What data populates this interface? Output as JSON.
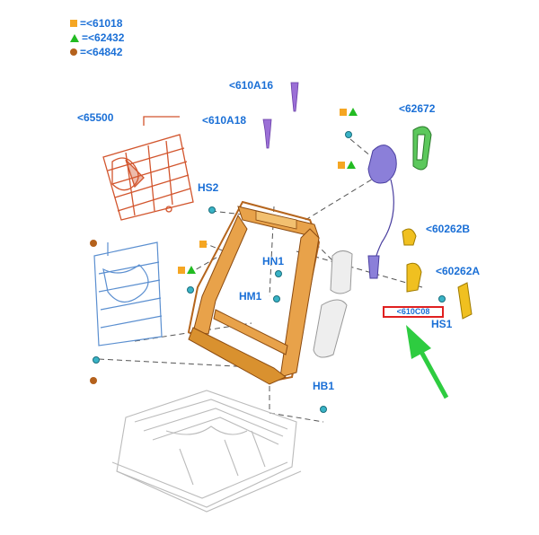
{
  "colors": {
    "label": "#1a6fd6",
    "square": "#f5a623",
    "triangle": "#22bb22",
    "circle": "#b4611c",
    "highlight": "#e02020",
    "arrow": "#2ecc40"
  },
  "legend": [
    {
      "symbol": "square",
      "text": "=<61018"
    },
    {
      "symbol": "triangle",
      "text": "=<62432"
    },
    {
      "symbol": "circle",
      "text": "=<64842"
    }
  ],
  "labels": {
    "p65500": "<65500",
    "p610A16": "<610A16",
    "p610A18": "<610A18",
    "p62672": "<62672",
    "hs2": "HS2",
    "hn1": "HN1",
    "hm1": "HM1",
    "p60262B": "<60262B",
    "p60262A": "<60262A",
    "hs1": "HS1",
    "hb1": "HB1",
    "selected": "<610C08"
  },
  "icons": {
    "square": "square-symbol-icon",
    "triangle": "triangle-symbol-icon",
    "circle": "circle-symbol-icon",
    "arrow": "green-arrow-icon"
  }
}
